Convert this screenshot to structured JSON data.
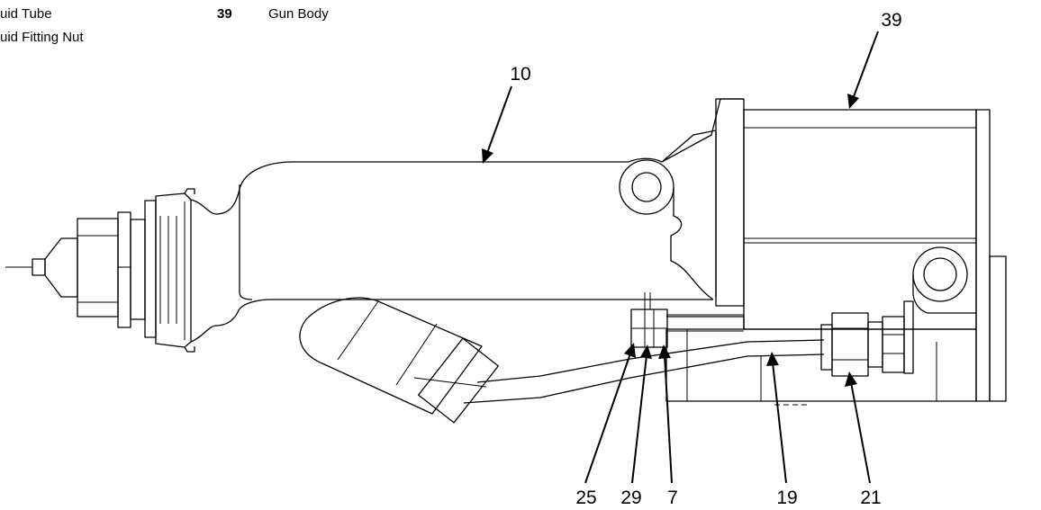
{
  "legend": [
    {
      "num": "",
      "label": "uid Tube"
    },
    {
      "num": "",
      "label": "uid Fitting Nut"
    },
    {
      "num": "39",
      "label": "Gun Body"
    }
  ],
  "callouts": {
    "c10": "10",
    "c39": "39",
    "c25": "25",
    "c29": "29",
    "c7": "7",
    "c19": "19",
    "c21": "21"
  }
}
